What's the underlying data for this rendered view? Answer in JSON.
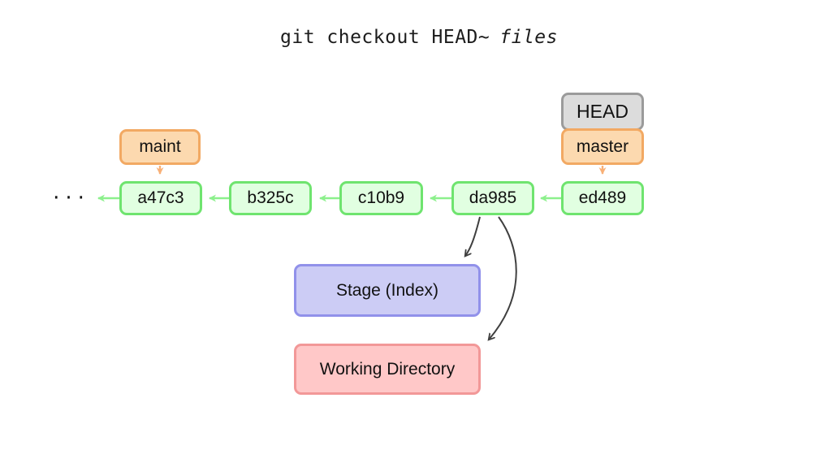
{
  "title": {
    "command": "git checkout HEAD~",
    "argument": "files"
  },
  "ellipsis": "···",
  "commits": [
    {
      "label": "a47c3"
    },
    {
      "label": "b325c"
    },
    {
      "label": "c10b9"
    },
    {
      "label": "da985"
    },
    {
      "label": "ed489"
    }
  ],
  "refs": {
    "maint": "maint",
    "head": "HEAD",
    "master": "master"
  },
  "areas": {
    "stage": "Stage (Index)",
    "working": "Working Directory"
  },
  "colors": {
    "commit_border": "#6fe46f",
    "commit_fill": "#e1ffe1",
    "commit_arrow": "#8df08d",
    "ref_border": "#f2a963",
    "ref_fill": "#fcd9af",
    "ref_arrow": "#f8b077",
    "head_border": "#9b9b9b",
    "head_fill": "#dcdcdc",
    "stage_border": "#9191ea",
    "stage_fill": "#ccccf5",
    "working_border": "#f29898",
    "working_fill": "#ffc8c8",
    "flow_arrow": "#3f3f3f",
    "text": "#111111"
  }
}
